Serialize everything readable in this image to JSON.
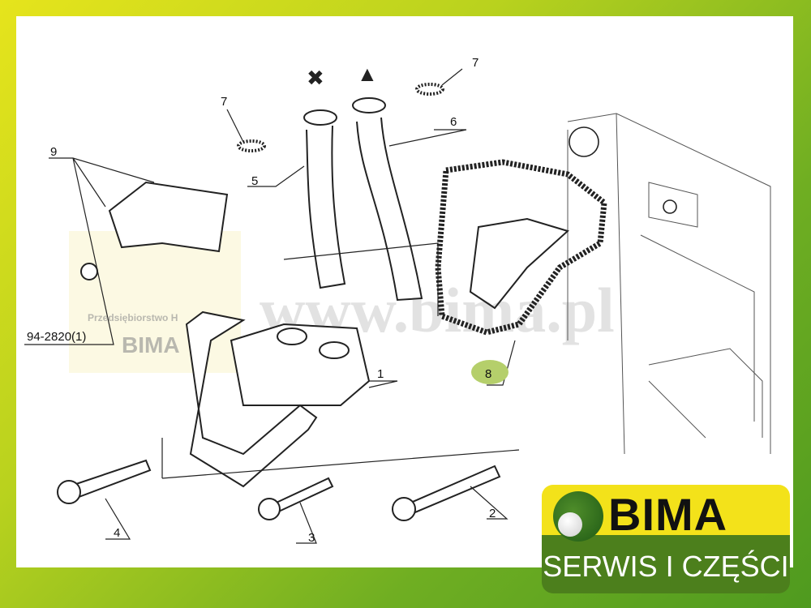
{
  "watermark": {
    "company": "Przedsiębiorstwo H",
    "brand": "BIMA",
    "url": "www.bima.pl"
  },
  "callouts": [
    {
      "id": "1",
      "label": "1"
    },
    {
      "id": "2",
      "label": "2"
    },
    {
      "id": "3",
      "label": "3"
    },
    {
      "id": "4",
      "label": "4"
    },
    {
      "id": "5",
      "label": "5"
    },
    {
      "id": "6",
      "label": "6"
    },
    {
      "id": "7a",
      "label": "7"
    },
    {
      "id": "7b",
      "label": "7"
    },
    {
      "id": "8",
      "label": "8"
    },
    {
      "id": "9",
      "label": "9"
    },
    {
      "id": "ref",
      "label": "94-2820(1)"
    }
  ],
  "logo": {
    "brand": "BIMA",
    "tagline": "SERWIS I CZĘŚCI"
  },
  "colors": {
    "highlight": "#b5cf6b",
    "logo_yellow": "#f3e21a",
    "logo_green": "#4c7f1c"
  }
}
